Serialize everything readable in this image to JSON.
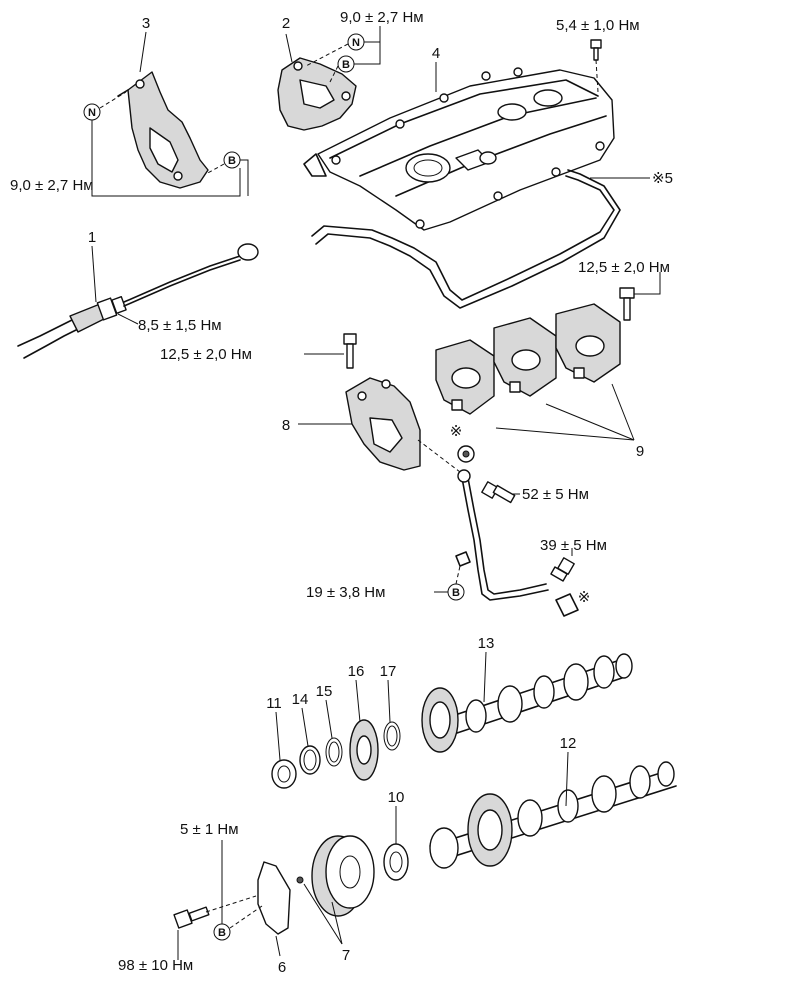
{
  "parts": {
    "p1": "1",
    "p2": "2",
    "p3": "3",
    "p4": "4",
    "p5": "※5",
    "p6": "6",
    "p7": "7",
    "p8": "8",
    "p9": "9",
    "p10": "10",
    "p11": "11",
    "p12": "12",
    "p13": "13",
    "p14": "14",
    "p15": "15",
    "p16": "16",
    "p17": "17"
  },
  "torques": {
    "t_cover_bracket": "9,0 ± 2,7 Нм",
    "t_cover_bolt": "5,4 ± 1,0 Нм",
    "t_left_bracket": "9,0 ± 2,7 Нм",
    "t_cable": "8,5 ± 1,5 Нм",
    "t_cap_bolt": "12,5 ± 2,0 Нм",
    "t_bracket8_bolt": "12,5 ± 2,0 Нм",
    "t_union_52": "52 ± 5 Нм",
    "t_union_39": "39 ± 5 Нм",
    "t_pipe_19": "19 ± 3,8 Нм",
    "t_small_5": "5 ± 1 Нм",
    "t_pulley_98": "98 ± 10 Нм"
  },
  "markers": {
    "N": "N",
    "B": "B",
    "star": "※"
  }
}
